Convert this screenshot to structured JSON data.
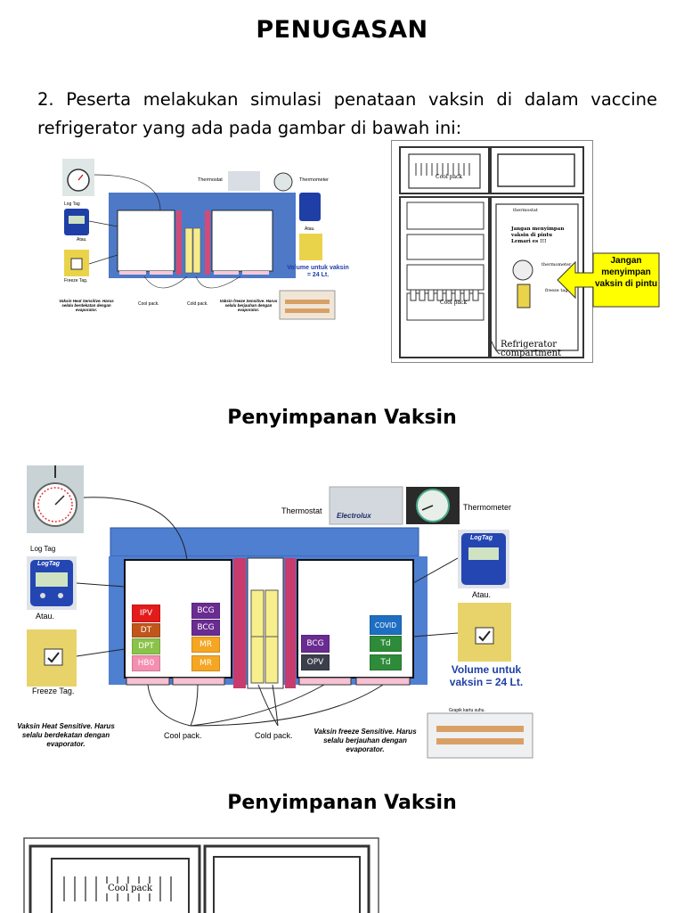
{
  "page": {
    "title": "PENUGASAN",
    "instruction": "2. Peserta melakukan simulasi penataan vaksin di dalam vaccine refrigerator yang ada pada gambar di bawah ini:",
    "section_headings": [
      "Penyimpanan Vaksin",
      "Penyimpanan Vaksin"
    ]
  },
  "fridge_diagram": {
    "thermostat": "Thermostat",
    "thermometer": "Thermometer",
    "brand": "Electrolux",
    "log_tag": "Log Tag",
    "log_tag_brand": "LogTag",
    "or": "Atau.",
    "freeze_tag": "Freeze Tag.",
    "volume": "Volume untuk vaksin = 24 Lt.",
    "cool_pack": "Cool pack.",
    "cold_pack": "Cold pack.",
    "heat_sensitive": "Vaksin Heat Sensitive. Harus selalu berdekatan dengan evaporator.",
    "freeze_sensitive": "Vaksin freeze Sensitive. Harus selalu berjauhan dengan evaporator.",
    "graph_card": "Grapik kartu suhu."
  },
  "upright_fridge": {
    "cool_pack": "Cool pack",
    "thermostat": "thermostat",
    "warning_inside": "Jangan menyimpan vaksin di pintu Lemari es !!!",
    "thermometer": "thermometer",
    "freeze_tag": "freeze tag",
    "compartment": "Refrigerator compartment",
    "callout": "Jangan menyimpan vaksin di pintu"
  },
  "vaccines": {
    "left_col1": [
      {
        "label": "IPV",
        "color": "#e31b1b"
      },
      {
        "label": "DT",
        "color": "#c0561a"
      },
      {
        "label": "DPT",
        "color": "#8bc34a"
      },
      {
        "label": "HB0",
        "color": "#f48fb1"
      }
    ],
    "left_col2": [
      {
        "label": "BCG",
        "color": "#6a2c91"
      },
      {
        "label": "BCG",
        "color": "#6a2c91"
      },
      {
        "label": "MR",
        "color": "#f5a623"
      },
      {
        "label": "MR",
        "color": "#f5a623"
      }
    ],
    "right_col1": [
      {
        "label": "BCG",
        "color": "#6a2c91"
      },
      {
        "label": "OPV",
        "color": "#3a3f4b"
      }
    ],
    "right_col2": [
      {
        "label": "COVID",
        "color": "#1e6fc2"
      },
      {
        "label": "Td",
        "color": "#2e8b3a"
      },
      {
        "label": "Td",
        "color": "#2e8b3a"
      }
    ]
  }
}
